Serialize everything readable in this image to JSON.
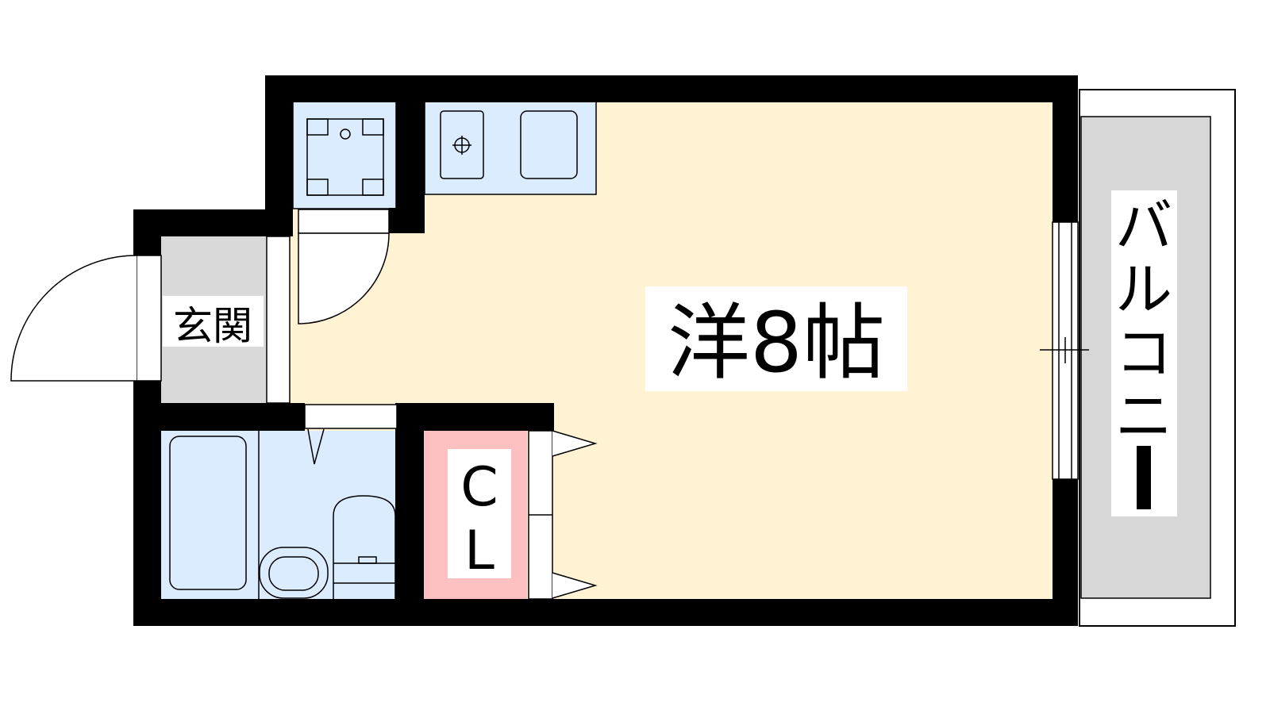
{
  "rooms": {
    "main": {
      "label": "洋8帖"
    },
    "entrance": {
      "label": "玄関"
    },
    "closet": {
      "label_line1": "C",
      "label_line2": "L"
    },
    "balcony": {
      "label_chars": [
        "バ",
        "ル",
        "コ",
        "ニ",
        "ー"
      ]
    }
  },
  "colors": {
    "wall": "#000000",
    "room_floor": "#fff3d4",
    "wet_area": "#dcecff",
    "closet": "#fcc0c0",
    "entrance": "#d9d9d9",
    "balcony": "#d7d7d7",
    "label_bg": "#ffffff"
  }
}
